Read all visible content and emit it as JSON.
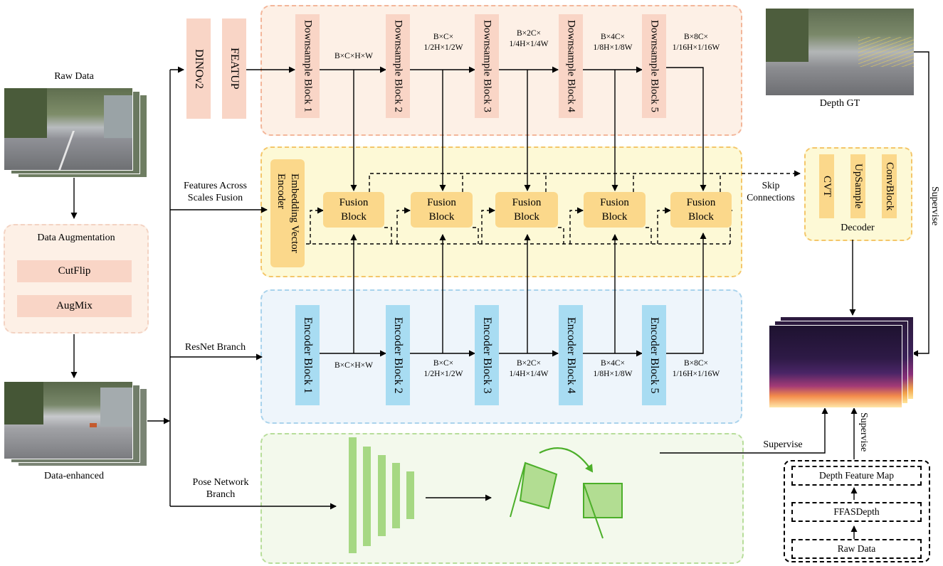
{
  "left": {
    "raw_data": "Raw Data",
    "data_augmentation": "Data Augmentation",
    "aug_items": [
      "CutFlip",
      "AugMix"
    ],
    "data_enhanced": "Data-enhanced"
  },
  "branches": {
    "features_fusion": "Features Across\nScales Fusion",
    "resnet": "ResNet Branch",
    "pose": "Pose Network\nBranch"
  },
  "top": {
    "dinov2": "DINOv2",
    "featup": "FEATUP",
    "downsample_blocks": [
      "Downsample Block 1",
      "Downsample Block 2",
      "Downsample Block 3",
      "Downsample Block 4",
      "Downsample Block 5"
    ],
    "dims": [
      "B×C×H×W",
      "B×C×\n1/2H×1/2W",
      "B×2C×\n1/4H×1/4W",
      "B×4C×\n1/8H×1/8W",
      "B×8C×\n1/16H×1/16W"
    ]
  },
  "middle": {
    "embedding_encoder": "Embedding Vector\nEncoder",
    "fusion_block": "Fusion\nBlock",
    "skip_connections": "Skip\nConnections"
  },
  "encoder": {
    "blocks": [
      "Encoder Block 1",
      "Encoder Block 2",
      "Encoder Block 3",
      "Encoder Block 4",
      "Encoder Block 5"
    ],
    "dims": [
      "B×C×H×W",
      "B×C×\n1/2H×1/2W",
      "B×2C×\n1/4H×1/4W",
      "B×4C×\n1/8H×1/8W",
      "B×8C×\n1/16H×1/16W"
    ]
  },
  "decoder": {
    "items": [
      "CVT",
      "UpSample",
      "ConvBlock"
    ],
    "label": "Decoder"
  },
  "right": {
    "depth_gt": "Depth GT",
    "supervise": "Supervise",
    "pipeline": [
      "Depth Feature Map",
      "FFASDepth",
      "Raw Data"
    ]
  },
  "colors": {
    "orange_region": "#fdf0e6",
    "orange_border": "#f3b69a",
    "block_salmon": "#f9d5c6",
    "yellow_region": "#fdf9d6",
    "yellow_border": "#f4c66a",
    "fusion_fill": "#fbd88b",
    "blue_region": "#eef5fb",
    "blue_border": "#a9d3ec",
    "encoder_fill": "#a8dcf2",
    "green_region": "#f3f9ec",
    "green_border": "#b7dd9a",
    "green_shape": "#a6d883"
  }
}
